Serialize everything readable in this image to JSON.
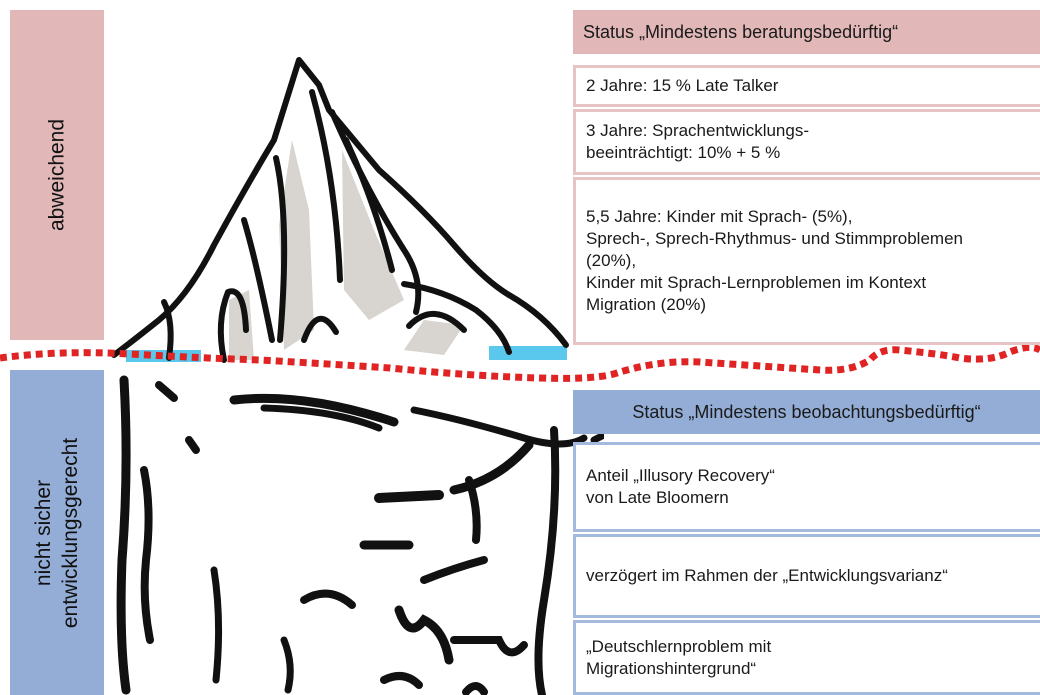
{
  "left_labels": {
    "top": "abweichend",
    "bottom_line1": "nicht sicher",
    "bottom_line2": "entwicklungsgerecht"
  },
  "right_panel": {
    "top_header": "Status „Mindestens beratungsbedürftig“",
    "top_items": [
      "2 Jahre: 15 % Late Talker",
      "3 Jahre: Sprachentwicklungs-\nbeeinträchtigt: 10% + 5 %",
      "5,5 Jahre: Kinder mit Sprach- (5%),\nSprech-, Sprech-Rhythmus- und Stimmproblemen\n(20%),\nKinder mit Sprach-Lernproblemen im Kontext\nMigration (20%)"
    ],
    "bottom_header": "Status „Mindestens beobachtungsbedürftig“",
    "bottom_items": [
      "Anteil „Illusory Recovery“\nvon Late Bloomern",
      "verzögert im Rahmen der „Entwicklungsvarianz“",
      "„Deutschlernproblem mit\nMigrationshintergrund“"
    ]
  },
  "colors": {
    "red_band": "#e1b7b8",
    "blue_band": "#93add6",
    "waterline": "#e02424",
    "water": "#59c8ec",
    "ice_shadow": "#d8d4cf"
  }
}
